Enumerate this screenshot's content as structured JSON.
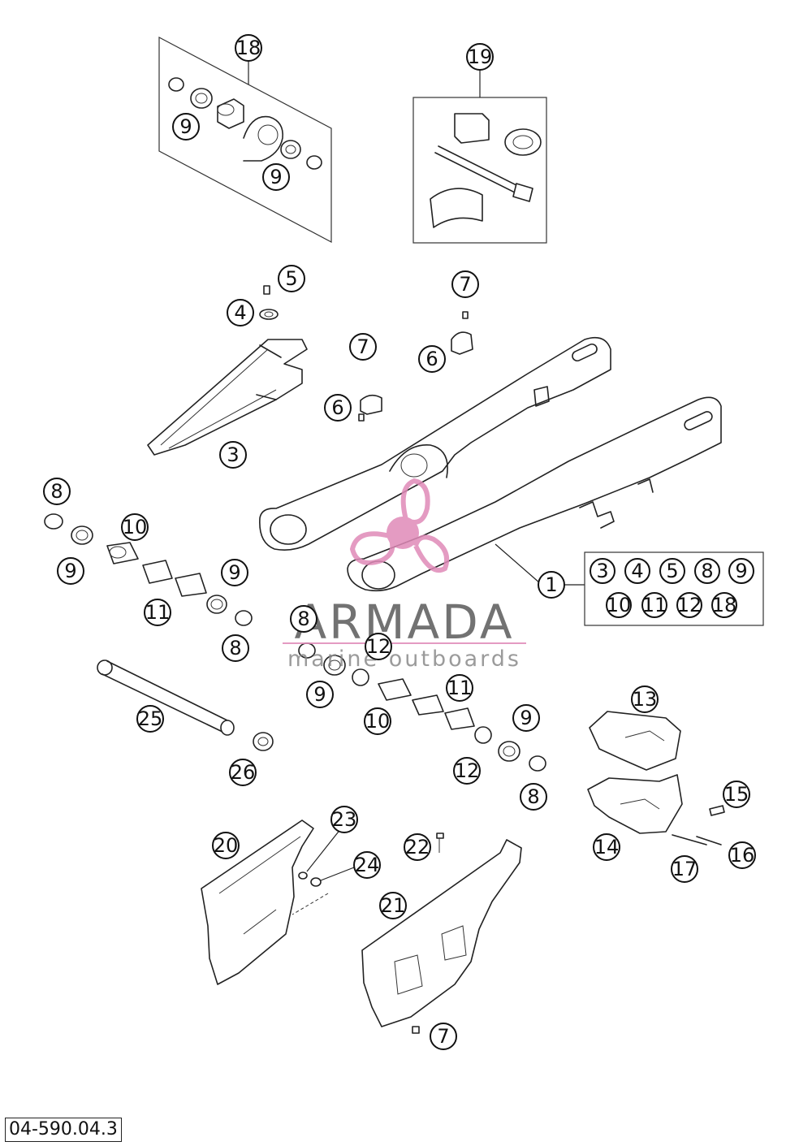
{
  "diagram_code": "04-590.04.3",
  "watermark": {
    "brand": "ARMADA",
    "tagline": "marine outboards",
    "logo_color": "#e08ab8",
    "text_color": "#5a5a5a"
  },
  "callouts": {
    "c1": "1",
    "c3": "3",
    "c3b": "3",
    "c4": "4",
    "c4b": "4",
    "c5": "5",
    "c5b": "5",
    "c6a": "6",
    "c6b": "6",
    "c7a": "7",
    "c7b": "7",
    "c7c": "7",
    "c8a": "8",
    "c8b": "8",
    "c8c": "8",
    "c8d": "8",
    "c8e": "8",
    "c9a": "9",
    "c9b": "9",
    "c9c": "9",
    "c9d": "9",
    "c9e": "9",
    "c9f": "9",
    "c9g": "9",
    "c10a": "10",
    "c10b": "10",
    "c10c": "10",
    "c11a": "11",
    "c11b": "11",
    "c11c": "11",
    "c12a": "12",
    "c12b": "12",
    "c12c": "12",
    "c13": "13",
    "c14": "14",
    "c15": "15",
    "c16": "16",
    "c17": "17",
    "c18": "18",
    "c18b": "18",
    "c19": "19",
    "c20": "20",
    "c21": "21",
    "c22": "22",
    "c23": "23",
    "c24": "24",
    "c25": "25",
    "c26": "26"
  }
}
